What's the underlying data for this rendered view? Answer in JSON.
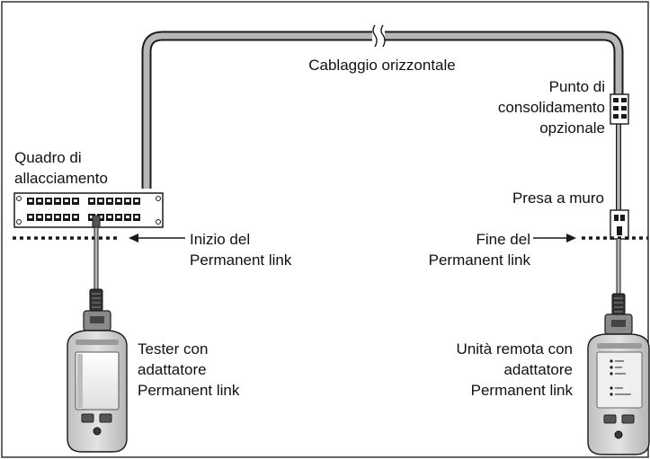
{
  "labels": {
    "horizontal_cabling": "Cablaggio orizzontale",
    "consolidation_point": [
      "Punto di",
      "consolidamento",
      "opzionale"
    ],
    "patch_panel": [
      "Quadro di",
      "allacciamento"
    ],
    "wall_outlet": "Presa a muro",
    "link_start": [
      "Inizio del",
      "Permanent link"
    ],
    "link_end": [
      "Fine del",
      "Permanent link"
    ],
    "tester": [
      "Tester con",
      "adattatore",
      "Permanent link"
    ],
    "remote": [
      "Unità remota con",
      "adattatore",
      "Permanent link"
    ]
  },
  "colors": {
    "cable": "#b7b7b7",
    "outline": "#1a1a1a",
    "device_body": "#d0d0d0",
    "screen": "#e9e9e9"
  }
}
